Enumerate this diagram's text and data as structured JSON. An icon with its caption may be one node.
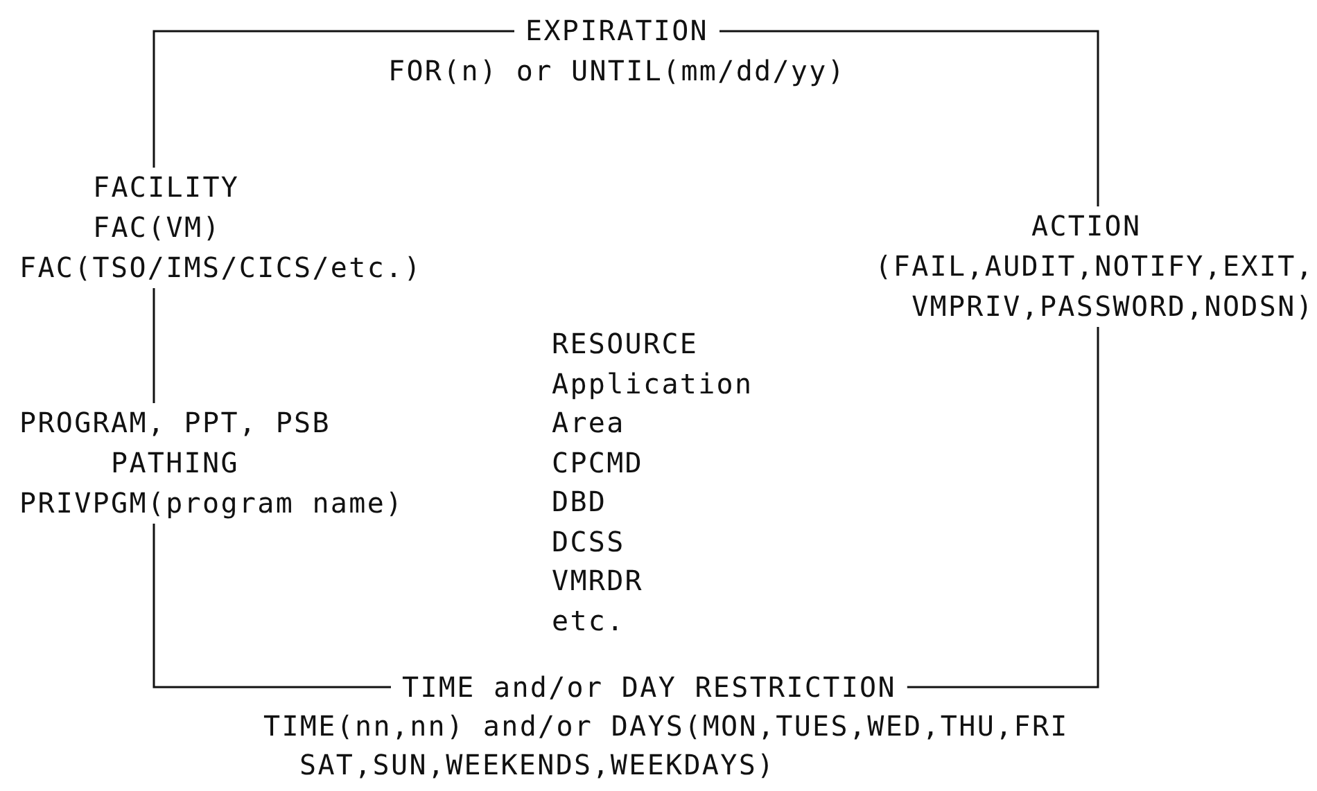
{
  "diagram": {
    "nodes": [
      {
        "text": [
          "EXPIRATION",
          "FOR(n) or UNTIL(mm/dd/yy)"
        ]
      },
      {
        "text": [
          "FACILITY",
          "FAC(VM)",
          "FAC(TSO/IMS/CICS/etc.)"
        ]
      },
      {
        "text": [
          "ACTION",
          "(FAIL,AUDIT,NOTIFY,EXIT, VMPRIV,PASSWORD,NODSN)"
        ]
      },
      {
        "text": [
          "PROGRAM, PPT, PSB",
          "PATHING",
          "PRIVPGM(program name)"
        ]
      },
      {
        "text": [
          "TIME and/or DAY RESTRICTION",
          "TIME(nn,nn) and/or DAYS(MON,TUES,WED,THU,FRI SAT,SUN,WEEKENDS,WEEKDAYS)"
        ]
      }
    ],
    "edges": [
      {
        "from": 0,
        "to": 1,
        "arrow": "none"
      },
      {
        "from": 1,
        "to": 3,
        "arrow": "none"
      },
      {
        "from": 3,
        "to": 4,
        "arrow": "none"
      },
      {
        "from": 4,
        "to": 2,
        "arrow": "none"
      },
      {
        "from": 2,
        "to": 0,
        "arrow": "none"
      }
    ],
    "labels": [
      "RESOURCE",
      "Application",
      "Area",
      "CPCMD",
      "DBD",
      "DCSS",
      "VMRDR",
      "etc."
    ]
  }
}
